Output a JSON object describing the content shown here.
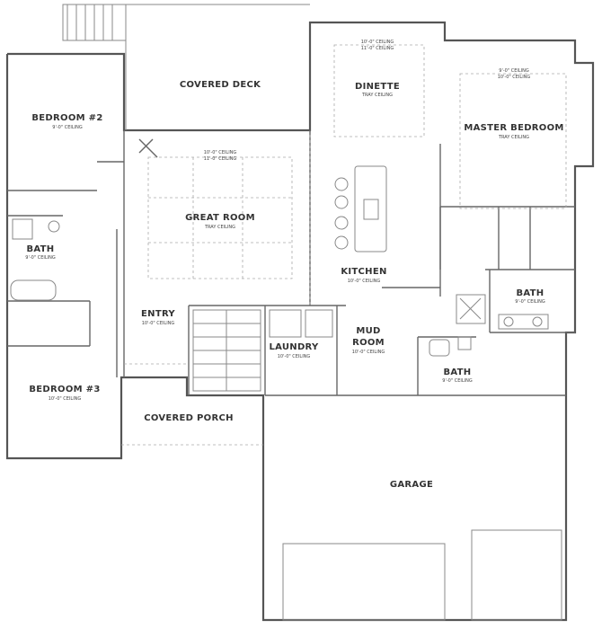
{
  "rooms": {
    "covered_deck": {
      "name": "COVERED DECK",
      "notes": []
    },
    "dinette": {
      "name": "DINETTE",
      "notes": [
        "10'-0\" CEILING",
        "11'-0\" CEILING",
        "TRAY CEILING"
      ]
    },
    "master_bedroom": {
      "name": "MASTER BEDROOM",
      "notes": [
        "9'-0\" CEILING",
        "10'-0\" CEILING",
        "TRAY CEILING"
      ]
    },
    "bedroom2": {
      "name": "BEDROOM #2",
      "notes": [
        "9'-0\" CEILING"
      ]
    },
    "great_room": {
      "name": "GREAT ROOM",
      "notes": [
        "10'-0\" CEILING",
        "11'-0\" CEILING",
        "TRAY CEILING"
      ]
    },
    "bath_left": {
      "name": "BATH",
      "notes": [
        "9'-0\" CEILING"
      ]
    },
    "kitchen": {
      "name": "KITCHEN",
      "notes": [
        "10'-0\" CEILING"
      ]
    },
    "bath_master": {
      "name": "BATH",
      "notes": [
        "9'-0\" CEILING"
      ]
    },
    "entry": {
      "name": "ENTRY",
      "notes": [
        "10'-0\" CEILING"
      ]
    },
    "laundry": {
      "name": "LAUNDRY",
      "notes": [
        "10'-0\" CEILING"
      ]
    },
    "mud_room": {
      "name": "MUD",
      "name2": "ROOM",
      "notes": [
        "10'-0\" CEILING"
      ]
    },
    "bath_mud": {
      "name": "BATH",
      "notes": [
        "9'-0\" CEILING"
      ]
    },
    "bedroom3": {
      "name": "BEDROOM #3",
      "notes": [
        "10'-0\" CEILING"
      ]
    },
    "covered_porch": {
      "name": "COVERED PORCH",
      "notes": []
    },
    "garage": {
      "name": "GARAGE",
      "notes": []
    }
  },
  "colors": {
    "wall": "#555555",
    "line": "#888888",
    "dash": "#999999",
    "background": "#ffffff"
  }
}
